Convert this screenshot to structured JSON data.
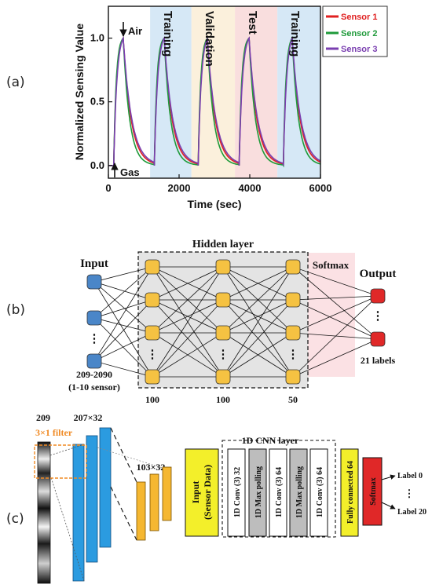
{
  "panels": [
    "(a)",
    "(b)",
    "(c)"
  ],
  "chart_data": {
    "type": "line",
    "xlabel": "Time (sec)",
    "ylabel": "Normalized Sensing Value",
    "xlim": [
      0,
      6000
    ],
    "ylim": [
      -0.1,
      1.25
    ],
    "xticks": [
      "0",
      "2000",
      "4000",
      "6000"
    ],
    "yticks": [
      "0.0",
      "0.5",
      "1.0"
    ],
    "xtick_values": [
      0,
      2000,
      4000,
      6000
    ],
    "ytick_values": [
      0,
      0.5,
      1.0
    ],
    "legend_placement": "top-right",
    "series": [
      {
        "name": "Sensor 1",
        "color": "#e02020"
      },
      {
        "name": "Sensor 2",
        "color": "#1f9a3a"
      },
      {
        "name": "Sensor 3",
        "color": "#7a3fb0"
      }
    ],
    "pulses": [
      {
        "gas_on": 150,
        "air_on": 420
      },
      {
        "gas_on": 1300,
        "air_on": 1580
      },
      {
        "gas_on": 2540,
        "air_on": 2800
      },
      {
        "gas_on": 3700,
        "air_on": 3980
      },
      {
        "gas_on": 4950,
        "air_on": 5200
      }
    ],
    "peak": 1.0,
    "baseline": 0.0,
    "regions": [
      {
        "label": "Training",
        "x0": 1180,
        "x1": 2350,
        "color": "#d6e8f6"
      },
      {
        "label": "Validation",
        "x0": 2350,
        "x1": 3580,
        "color": "#fbf0dc"
      },
      {
        "label": "Test",
        "x0": 3580,
        "x1": 4780,
        "color": "#f9dede"
      },
      {
        "label": "Training",
        "x0": 4780,
        "x1": 6000,
        "color": "#d6e8f6"
      }
    ],
    "annotations": {
      "air": "Air",
      "gas": "Gas"
    }
  },
  "panel_b": {
    "input_title": "Input",
    "hidden_title": "Hidden layer",
    "softmax_title": "Softmax",
    "output_title": "Output",
    "input_range": "209-2090",
    "input_sensors": "(1-10 sensor)",
    "layer_sizes": [
      "100",
      "100",
      "50"
    ],
    "output_labels": "21 labels",
    "ellipsis": "⋮",
    "colors": {
      "input": "#4a86c8",
      "hidden": "#f5c242",
      "output": "#e02828"
    }
  },
  "panel_c": {
    "dim_209": "209",
    "dim_207": "207×32",
    "dim_103": "103×32",
    "filter_label": "3×1 filter",
    "cnn_layer_title": "1D CNN layer",
    "input_block_line1": "Input",
    "input_block_line2": "(Sensor Data)",
    "cnn_blocks": [
      "1D Conv (3) 32",
      "1D Max polling",
      "1D Conv (3) 64",
      "1D Max polling",
      "1D Conv (3) 64"
    ],
    "fc_block": "Fully connected 64",
    "softmax_block": "Softmax",
    "out_first": "Label 0",
    "out_last": "Label 20",
    "ellipsis": "⋮",
    "colors": {
      "feature": "#2b9be0",
      "pool": "#f5b731",
      "input_block": "#f3ef2a",
      "softmax_block": "#e02828",
      "filter": "#f08a24"
    }
  }
}
